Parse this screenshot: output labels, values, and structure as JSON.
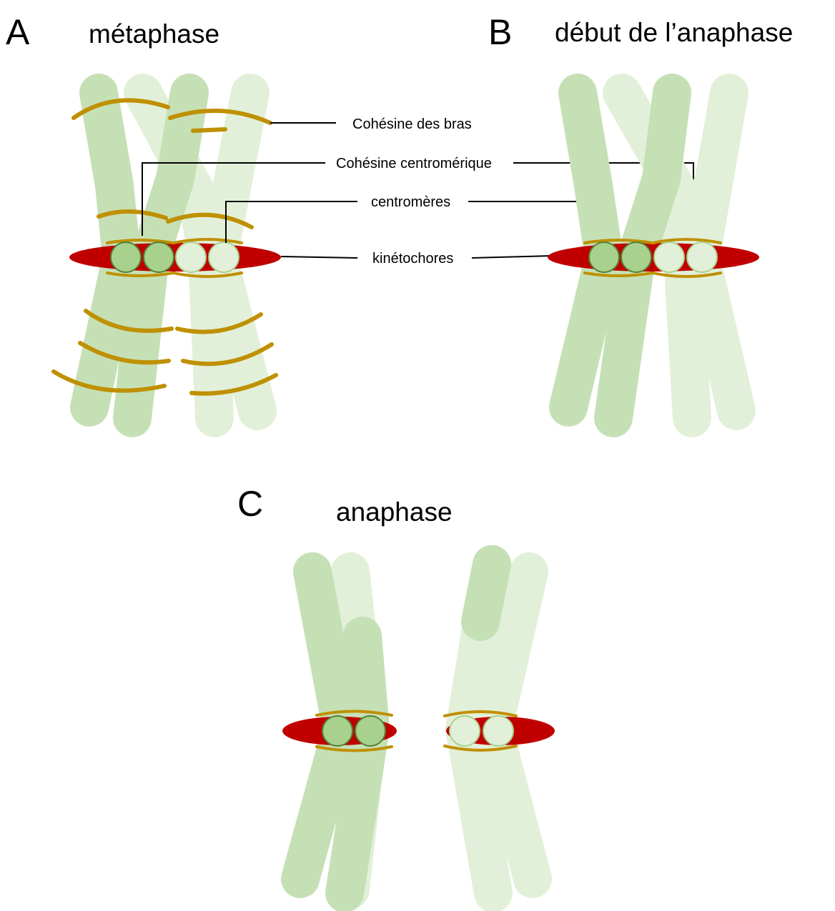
{
  "panels": {
    "a": {
      "letter": "A",
      "title": "métaphase"
    },
    "b": {
      "letter": "B",
      "title": "début de l’anaphase"
    },
    "c": {
      "letter": "C",
      "title": "anaphase"
    }
  },
  "labels": {
    "arm_cohesin": "Cohésine des bras",
    "centromeric_cohesin": "Cohésine centromérique",
    "centromeres": "centromères",
    "kinetochores": "kinétochores"
  },
  "colors": {
    "chromatid_dark": "#c6e0b6",
    "chromatid_light": "#e2f0d9",
    "cohesin": "#bf9000",
    "kinetochore": "#c00000",
    "centromere_dark": "#a9d18e",
    "centromere_light": "#e2f0d9"
  }
}
